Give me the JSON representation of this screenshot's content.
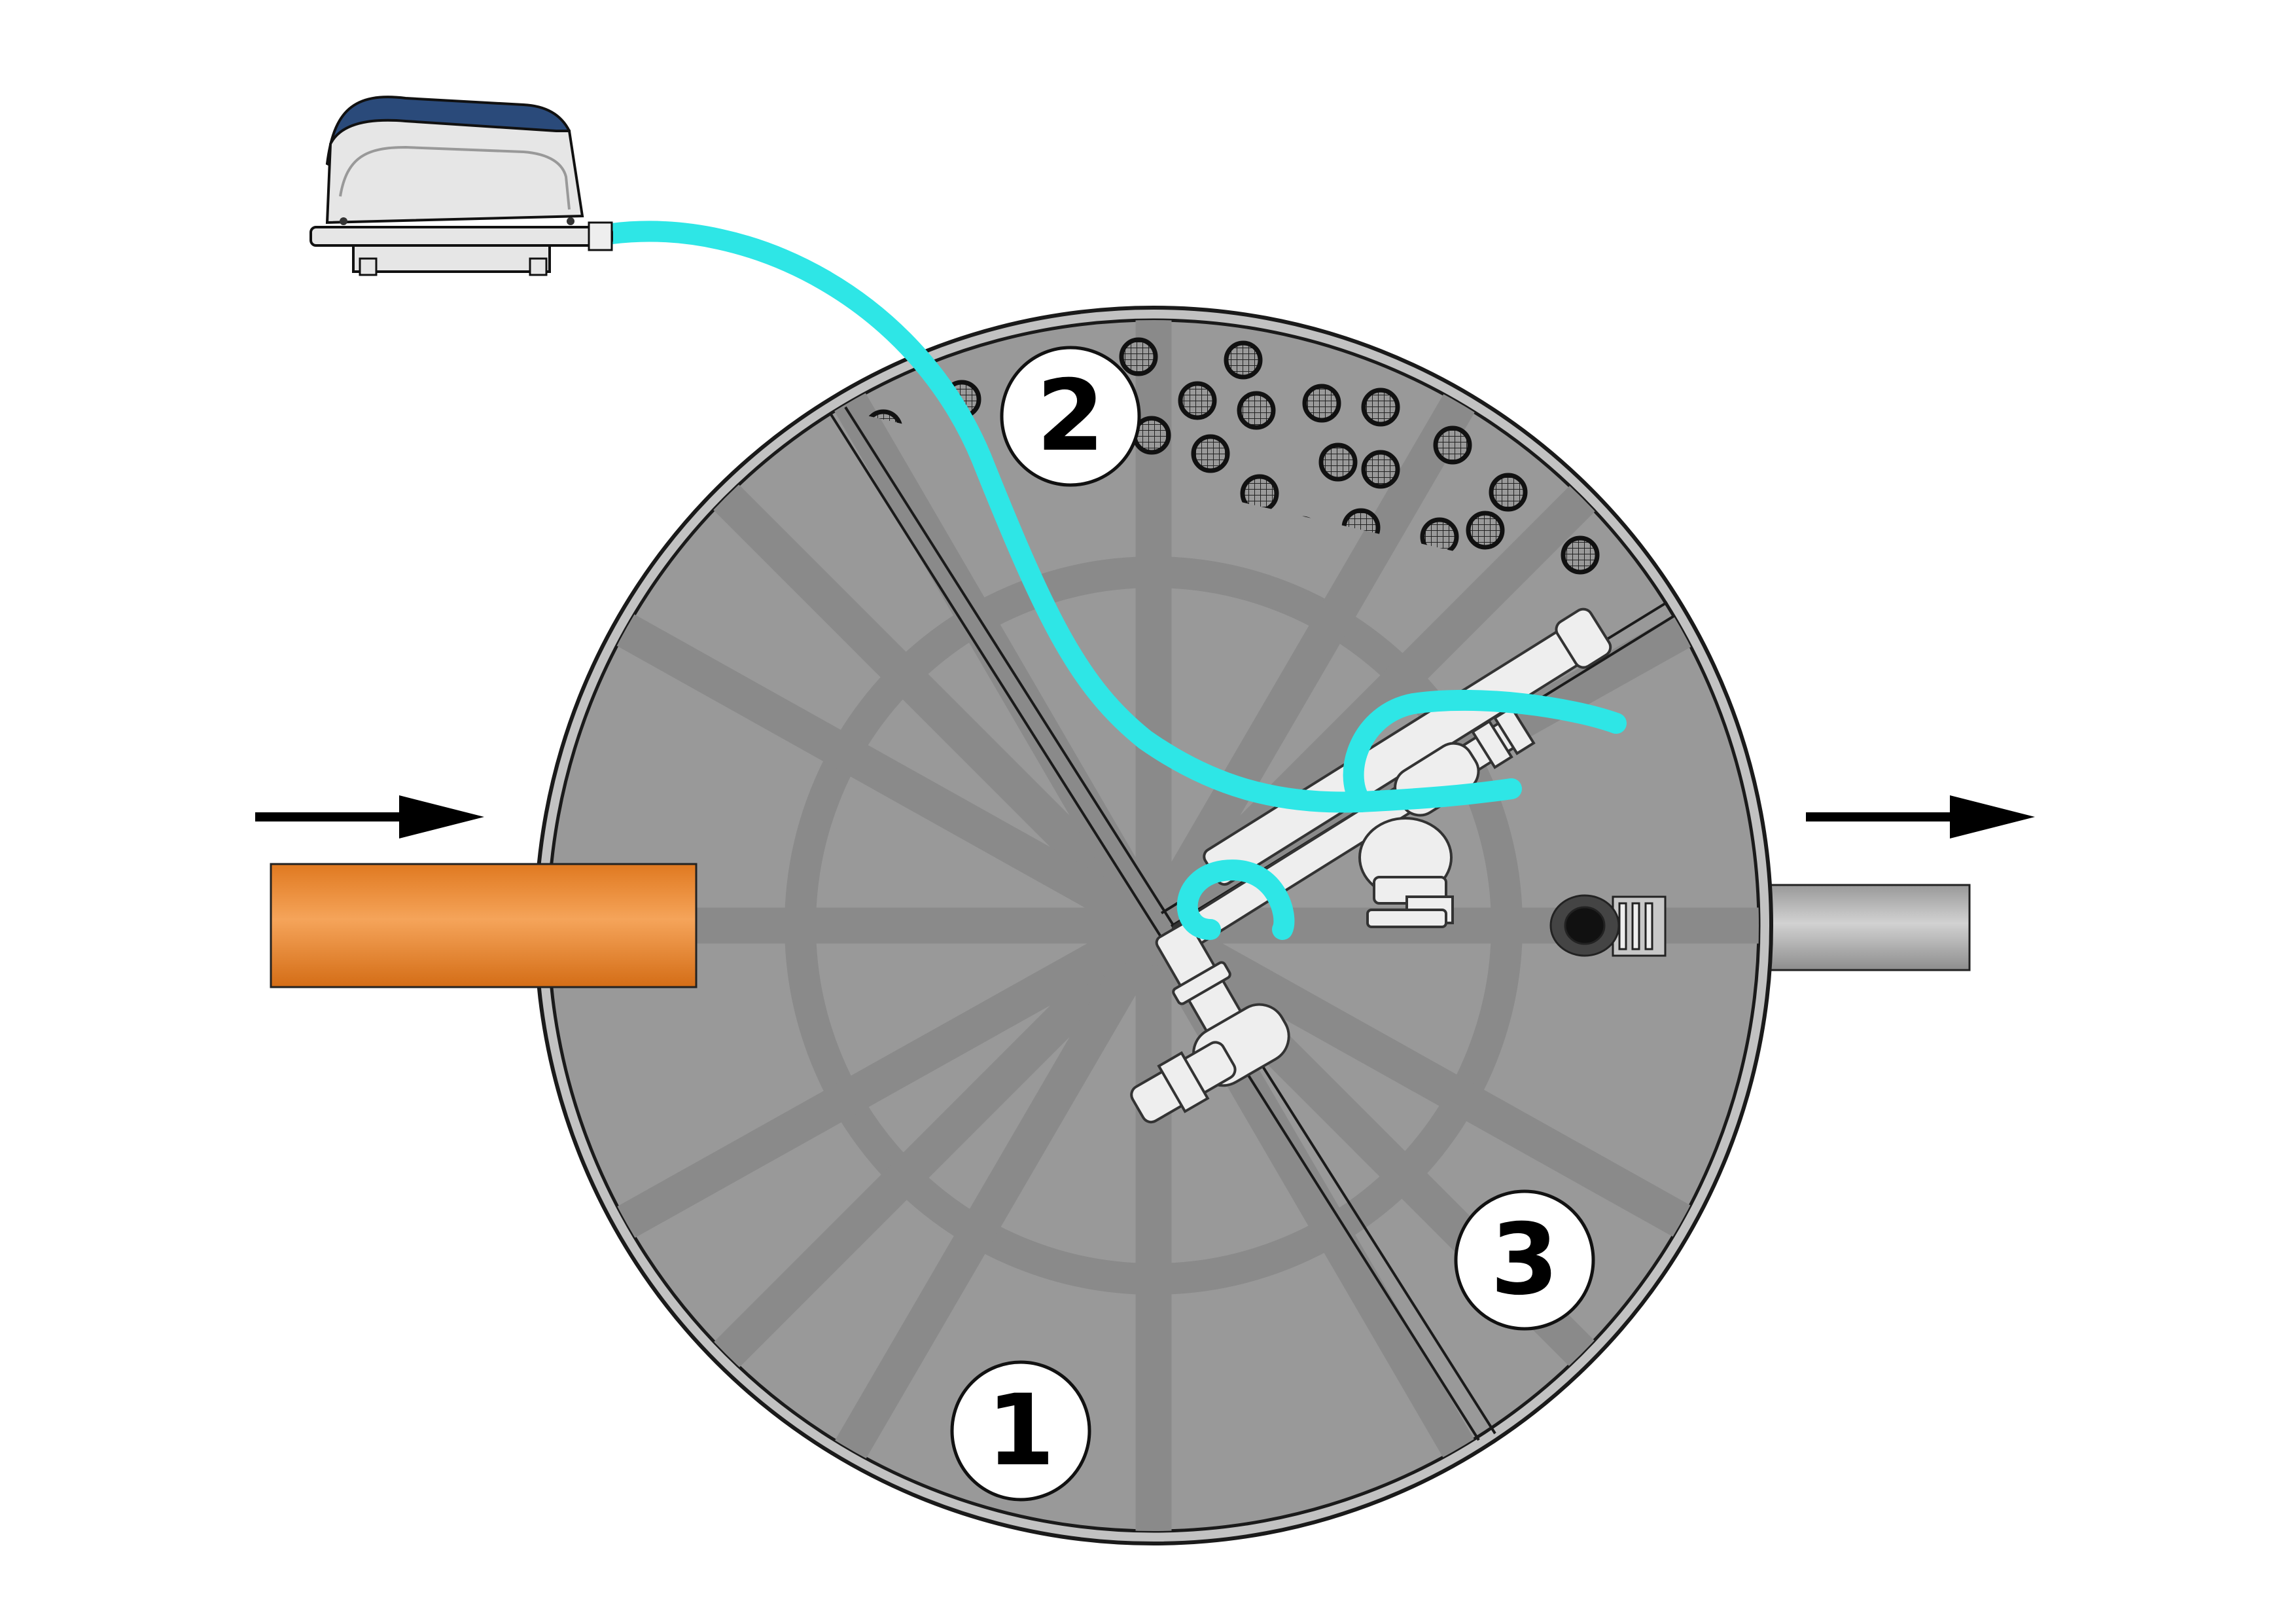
{
  "diagram": {
    "zones": [
      {
        "id": "zone-1",
        "label": "1"
      },
      {
        "id": "zone-2",
        "label": "2"
      },
      {
        "id": "zone-3",
        "label": "3"
      }
    ],
    "colors": {
      "tank_body": "#999999",
      "tank_rim": "#c2c2c2",
      "tank_outline": "#1a1a1a",
      "inlet_pipe": "#ee8a33",
      "outlet_pipe": "#b3b3b3",
      "air_hose": "#2ee6e6",
      "filter_media": "#9a9a9a",
      "fittings": "#eeeeee",
      "blower_cover": "#2a4a7a",
      "blower_body": "#e6e6e6"
    },
    "icons": [
      "air-blower-icon",
      "inflow-arrow-icon",
      "outflow-arrow-icon",
      "filter-media-icon"
    ]
  }
}
